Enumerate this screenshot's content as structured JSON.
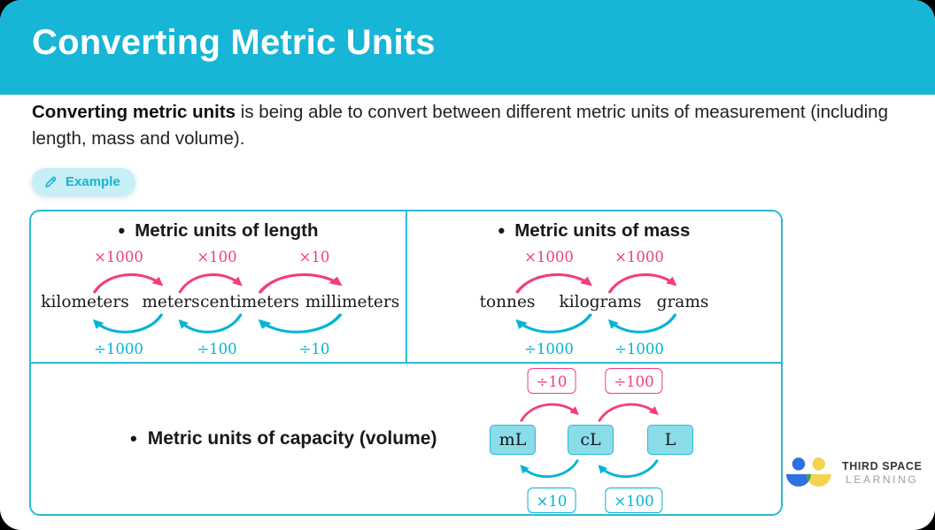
{
  "colors": {
    "header_bg": "#17b5d6",
    "pink": "#f23f78",
    "teal": "#00b4d6",
    "panel_border": "#2bbad8",
    "badge_bg": "#c8eef6",
    "badge_text": "#14b2d4",
    "unit_box_bg": "#8adce9",
    "text": "#1f2023",
    "logo_blue": "#2f6fe0",
    "logo_yellow": "#f3d44f",
    "logo_green": "#3f9f63",
    "logo_text": "#33373b",
    "logo_text2": "#9ba1a6"
  },
  "header": {
    "title": "Converting Metric Units"
  },
  "intro": {
    "bold": "Converting metric units",
    "rest": " is being able to convert between different metric units of measurement (including length, mass and volume)."
  },
  "badge": {
    "label": "Example"
  },
  "sections": {
    "length": {
      "bullet": "•",
      "title": "Metric units of length",
      "units": [
        "kilometers",
        "meters",
        "centimeters",
        "millimeters"
      ],
      "multiply": [
        "×1000",
        "×100",
        "×10"
      ],
      "divide": [
        "÷1000",
        "÷100",
        "÷10"
      ]
    },
    "mass": {
      "bullet": "•",
      "title": "Metric units of mass",
      "units": [
        "tonnes",
        "kilograms",
        "grams"
      ],
      "multiply": [
        "×1000",
        "×1000"
      ],
      "divide": [
        "÷1000",
        "÷1000"
      ]
    },
    "capacity": {
      "bullet": "•",
      "title": "Metric units of capacity (volume)",
      "units": [
        "mL",
        "cL",
        "L"
      ],
      "divide": [
        "÷10",
        "÷100"
      ],
      "multiply": [
        "×10",
        "×100"
      ]
    }
  },
  "logo": {
    "line1": "THIRD SPACE",
    "line2": "LEARNING"
  }
}
